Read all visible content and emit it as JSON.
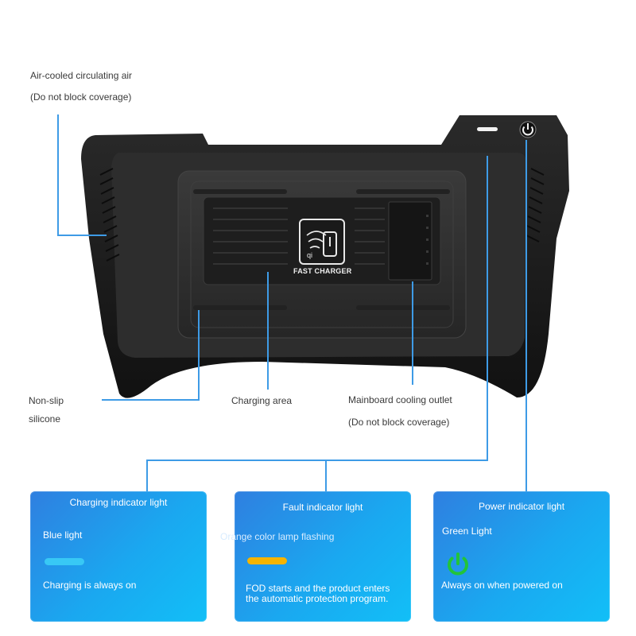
{
  "callouts": {
    "air_line1": "Air-cooled circulating air",
    "air_line2": "(Do not block coverage)",
    "nonslip_line1": "Non-slip",
    "nonslip_line2": "silicone",
    "charging_area": "Charging area",
    "mainboard_line1": "Mainboard cooling outlet",
    "mainboard_line2": "(Do not block coverage)"
  },
  "device": {
    "badge_text": "FAST CHARGER",
    "power_icon": "power-icon",
    "indicator_icon": "indicator-bar-icon",
    "wireless_icon": "wireless-charging-icon"
  },
  "cards": [
    {
      "title": "Charging indicator light",
      "color_label": "Blue light",
      "indicator_color": "#38c8f5",
      "description": "Charging is always on"
    },
    {
      "title": "Fault indicator light",
      "color_label": "Orange color lamp flashing",
      "indicator_color": "#f5b400",
      "description": "FOD starts and the product enters the automatic protection program."
    },
    {
      "title": "Power indicator light",
      "color_label": "Green Light",
      "indicator_color": "#22c43a",
      "description": "Always on when powered on"
    }
  ],
  "colors": {
    "card_gradient_start": "#2f7fe0",
    "card_gradient_end": "#12bff7",
    "leader_line": "#3e9be6",
    "device_body": "#1b1b1b"
  }
}
